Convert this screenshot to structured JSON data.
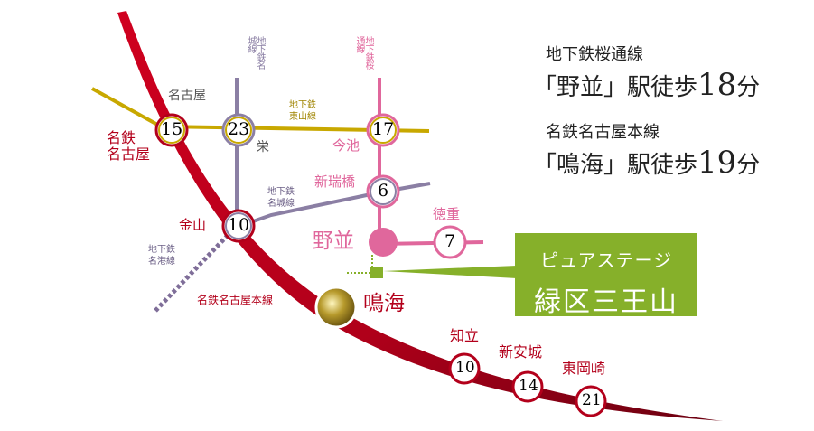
{
  "stations": {
    "nagoya_num": "15",
    "sakae_num": "23",
    "imaike_num": "17",
    "shinmizuhashi_num": "6",
    "kanayama_num": "10",
    "tokushige_num": "7",
    "chiryu_num": "10",
    "shinanjo_num": "14",
    "higashiokazaki_num": "21",
    "nagoya_label": "名古屋",
    "meitetsu_nagoya_label": "名鉄\n名古屋",
    "sakae_label": "栄",
    "imaike_label": "今池",
    "shinmizuhashi_label": "新瑞橋",
    "kanayama_label": "金山",
    "tokushige_label": "徳重",
    "nonami_label": "野並",
    "narumi_label": "鳴海",
    "chiryu_label": "知立",
    "shinanjo_label": "新安城",
    "higashiokazaki_label": "東岡崎"
  },
  "lines": {
    "meijo_top": "地下鉄名城線",
    "sakuradori": "地下鉄桜通線",
    "higashiyama": "地下鉄\n東山線",
    "meijo_side": "地下鉄\n名城線",
    "meiko": "地下鉄\n名港線",
    "meitetsu_main": "名鉄名古屋本線"
  },
  "info": {
    "line1_name": "地下鉄桜通線",
    "line1_station": "「野並」駅徒歩",
    "line1_minutes": "18",
    "line1_unit": "分",
    "line2_name": "名鉄名古屋本線",
    "line2_station": "「鳴海」駅徒歩",
    "line2_minutes": "19",
    "line2_unit": "分"
  },
  "property": {
    "line1": "ピュアステージ",
    "line2": "緑区三王山"
  },
  "colors": {
    "meitetsu": "#b3001b",
    "meijo": "#8b7fa4",
    "higashiyama": "#c8a800",
    "sakuradori": "#e0679c",
    "meiko": "#7f6e99",
    "property": "#86b02a"
  }
}
